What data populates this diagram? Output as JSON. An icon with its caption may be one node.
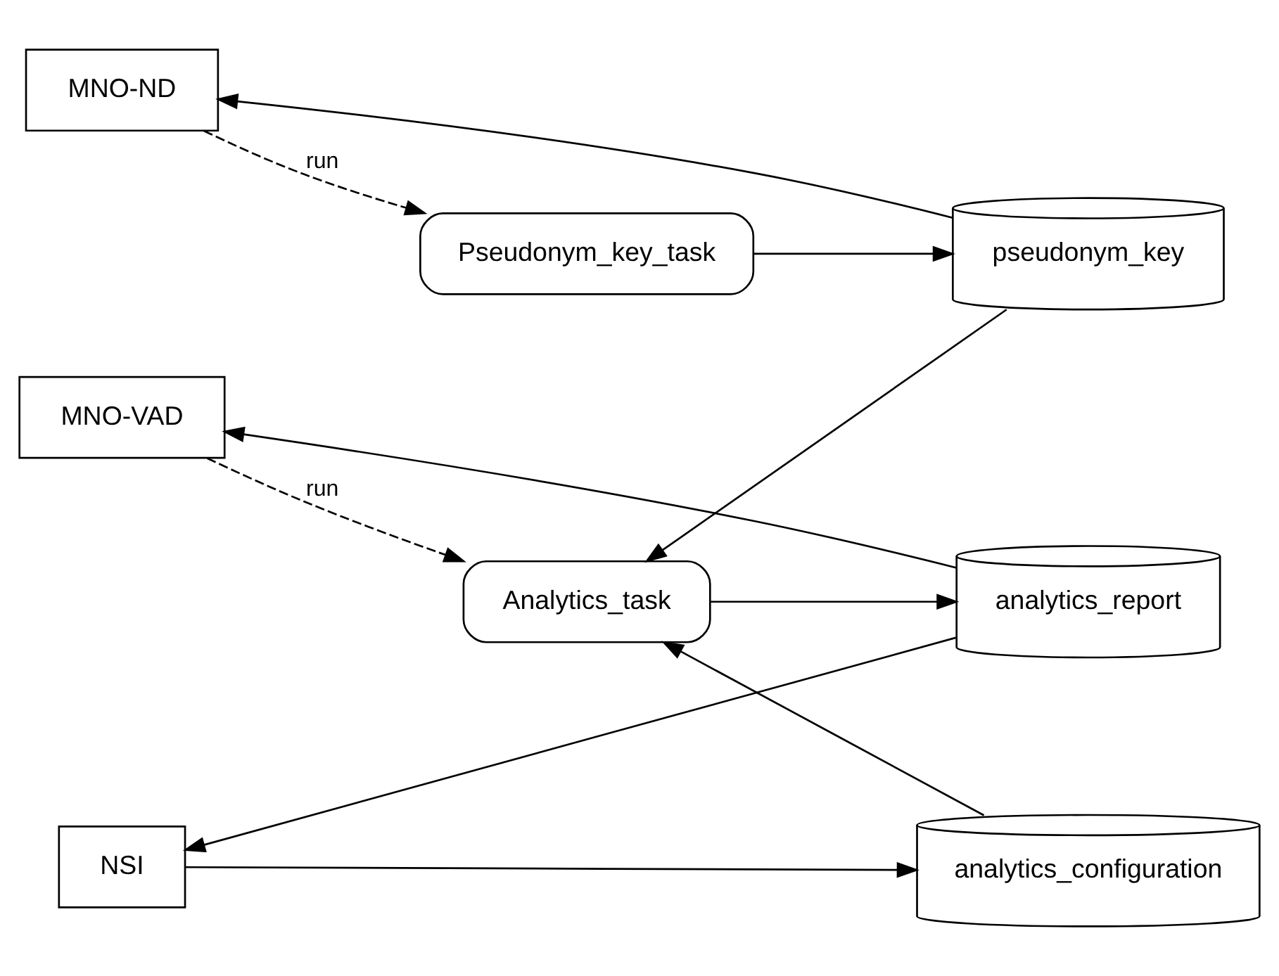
{
  "diagram": {
    "nodes": [
      {
        "text": [
          "MNO-ND"
        ]
      },
      {
        "text": [
          "Pseudonym_key_task"
        ]
      },
      {
        "text": [
          "pseudonym_key"
        ]
      },
      {
        "text": [
          "MNO-VAD"
        ]
      },
      {
        "text": [
          "Analytics_task"
        ]
      },
      {
        "text": [
          "analytics_report"
        ]
      },
      {
        "text": [
          "NSI"
        ]
      },
      {
        "text": [
          "analytics_configuration"
        ]
      }
    ],
    "edges": [
      {
        "from": 0,
        "to": 1,
        "arrow": "to",
        "style": "dashed",
        "label": "run"
      },
      {
        "from": 1,
        "to": 2,
        "arrow": "to"
      },
      {
        "from": 2,
        "to": 0,
        "arrow": "to"
      },
      {
        "from": 2,
        "to": 4,
        "arrow": "to"
      },
      {
        "from": 3,
        "to": 4,
        "arrow": "to",
        "style": "dashed",
        "label": "run"
      },
      {
        "from": 4,
        "to": 5,
        "arrow": "to"
      },
      {
        "from": 5,
        "to": 3,
        "arrow": "to"
      },
      {
        "from": 5,
        "to": 6,
        "arrow": "to"
      },
      {
        "from": 6,
        "to": 7,
        "arrow": "to"
      },
      {
        "from": 7,
        "to": 4,
        "arrow": "to"
      }
    ]
  }
}
